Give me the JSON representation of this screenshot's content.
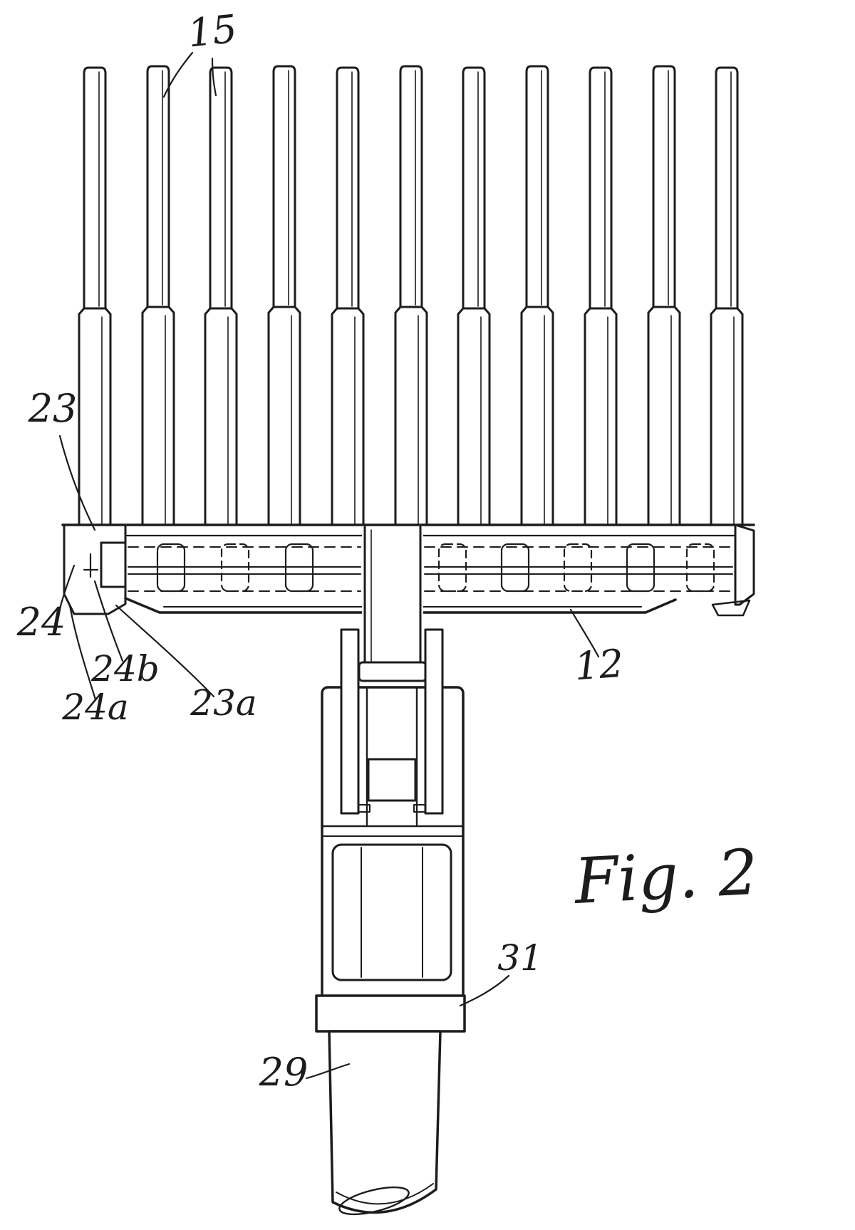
{
  "figure": {
    "caption": "Fig. 2"
  },
  "labels": {
    "tines": "15",
    "end_cap": "23",
    "end_cap_outer": "24",
    "end_pin": "24b",
    "end_lower": "24a",
    "end_detail": "23a",
    "crossbar": "12",
    "clamp": "31",
    "pole": "29"
  },
  "colors": {
    "ink": "#1c1c1c",
    "paper": "#ffffff"
  }
}
